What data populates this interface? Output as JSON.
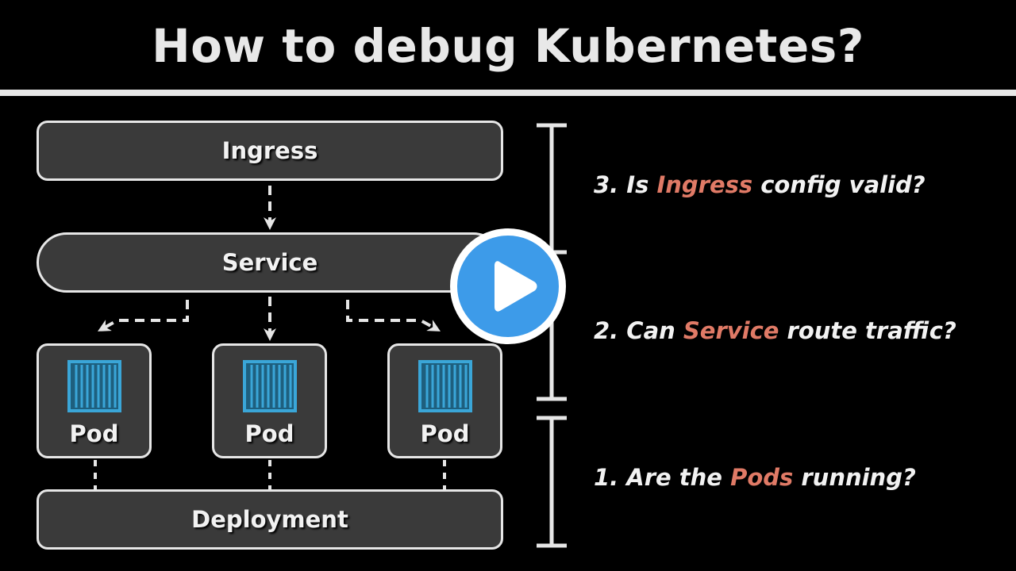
{
  "title": "How to debug Kubernetes?",
  "diagram": {
    "ingress_label": "Ingress",
    "service_label": "Service",
    "deployment_label": "Deployment",
    "pods": [
      {
        "label": "Pod"
      },
      {
        "label": "Pod"
      },
      {
        "label": "Pod"
      }
    ]
  },
  "questions": [
    {
      "prefix": "3. Is ",
      "highlight": "Ingress",
      "suffix": " config valid?"
    },
    {
      "prefix": "2. Can ",
      "highlight": "Service",
      "suffix": " route traffic?"
    },
    {
      "prefix": "1. Are the ",
      "highlight": "Pods",
      "suffix": " running?"
    }
  ],
  "colors": {
    "background": "#000000",
    "box_fill": "#3a3a3a",
    "highlight": "#e07a66",
    "pod_icon": "#3aa6d8",
    "play_button": "#3d9be9"
  },
  "icons": {
    "pod": "container-icon",
    "play": "play-icon"
  }
}
